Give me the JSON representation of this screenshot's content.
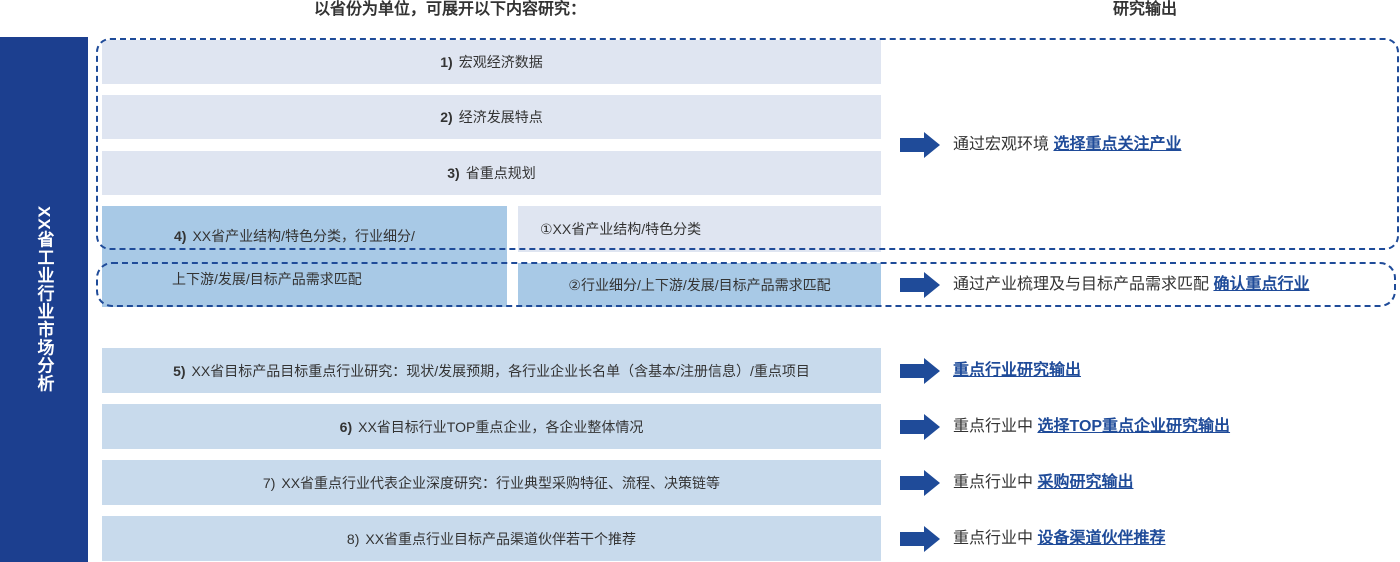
{
  "header": {
    "left": "以省份为单位，可展开以下内容研究：",
    "right": "研究输出"
  },
  "side_label": "XX省工业行业市场分析",
  "items": [
    {
      "num": "1)",
      "text": "宏观经济数据"
    },
    {
      "num": "2)",
      "text": "经济发展特点"
    },
    {
      "num": "3)",
      "text": "省重点规划"
    }
  ],
  "item4": {
    "num": "4)",
    "line1": "XX省产业结构/特色分类，行业细分/",
    "line2": "上下游/发展/目标产品需求匹配",
    "sub1": "①XX省产业结构/特色分类",
    "sub2": "②行业细分/上下游/发展/目标产品需求匹配"
  },
  "lower_items": [
    {
      "num": "5)",
      "text": "XX省目标产品目标重点行业研究：现状/发展预期，各行业企业长名单（含基本/注册信息）/重点项目"
    },
    {
      "num": "6)",
      "text": "XX省目标行业TOP重点企业，各企业整体情况"
    },
    {
      "num": "7)",
      "text": "XX省重点行业代表企业深度研究：行业典型采购特征、流程、决策链等"
    },
    {
      "num": "8)",
      "text": "XX省重点行业目标产品渠道伙伴若干个推荐"
    }
  ],
  "outputs": [
    {
      "prefix": "通过宏观环境 ",
      "emph": "选择重点关注产业"
    },
    {
      "prefix": "通过产业梳理及与目标产品需求匹配 ",
      "emph": "确认重点行业"
    },
    {
      "prefix": "",
      "emph": "重点行业研究输出"
    },
    {
      "prefix": "重点行业中 ",
      "emph": "选择TOP重点企业研究输出"
    },
    {
      "prefix": "重点行业中 ",
      "emph": "采购研究输出"
    },
    {
      "prefix": "重点行业中 ",
      "emph": "设备渠道伙伴推荐"
    }
  ],
  "colors": {
    "side": "#1c3f8f",
    "light": "#dfe5f1",
    "mid": "#c8daec",
    "dark": "#a8c9e6",
    "accent": "#1f4b99"
  },
  "icons": {
    "arrow": "right-arrow-icon"
  }
}
